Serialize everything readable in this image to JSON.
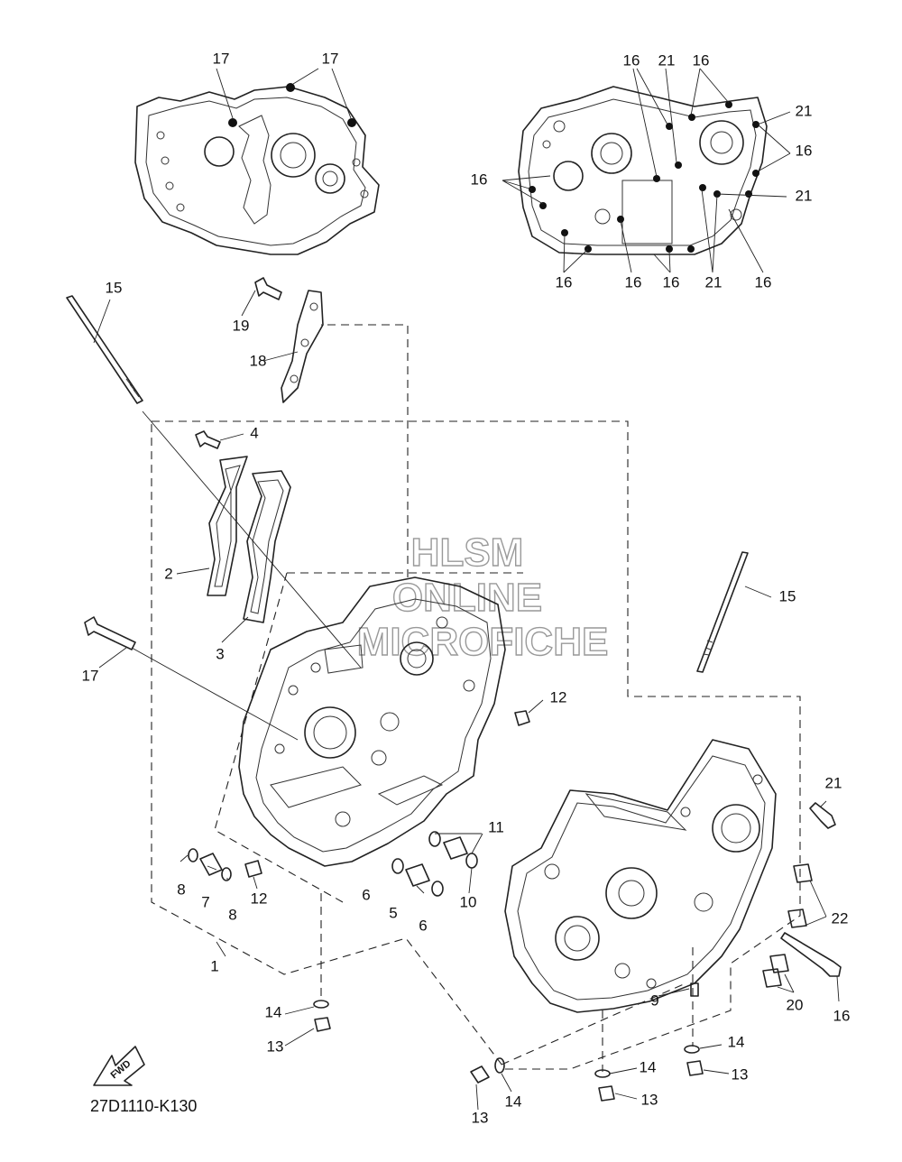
{
  "drawing_code": "27D1110-K130",
  "fwd_label": "FWD",
  "watermark": [
    "HLSM",
    "ONLINE",
    "MICROFICHE"
  ],
  "callouts": [
    {
      "text": "17"
    },
    {
      "text": "17"
    },
    {
      "text": "16"
    },
    {
      "text": "21"
    },
    {
      "text": "16"
    },
    {
      "text": "21"
    },
    {
      "text": "16"
    },
    {
      "text": "16"
    },
    {
      "text": "21"
    },
    {
      "text": "16"
    },
    {
      "text": "16"
    },
    {
      "text": "16"
    },
    {
      "text": "21"
    },
    {
      "text": "16"
    },
    {
      "text": "15"
    },
    {
      "text": "19"
    },
    {
      "text": "18"
    },
    {
      "text": "4"
    },
    {
      "text": "2"
    },
    {
      "text": "3"
    },
    {
      "text": "17"
    },
    {
      "text": "15"
    },
    {
      "text": "12"
    },
    {
      "text": "11"
    },
    {
      "text": "8"
    },
    {
      "text": "7"
    },
    {
      "text": "8"
    },
    {
      "text": "12"
    },
    {
      "text": "6"
    },
    {
      "text": "5"
    },
    {
      "text": "6"
    },
    {
      "text": "10"
    },
    {
      "text": "21"
    },
    {
      "text": "22"
    },
    {
      "text": "1"
    },
    {
      "text": "20"
    },
    {
      "text": "16"
    },
    {
      "text": "9"
    },
    {
      "text": "14"
    },
    {
      "text": "13"
    },
    {
      "text": "14"
    },
    {
      "text": "14"
    },
    {
      "text": "13"
    },
    {
      "text": "14"
    },
    {
      "text": "13"
    },
    {
      "text": "13"
    }
  ]
}
